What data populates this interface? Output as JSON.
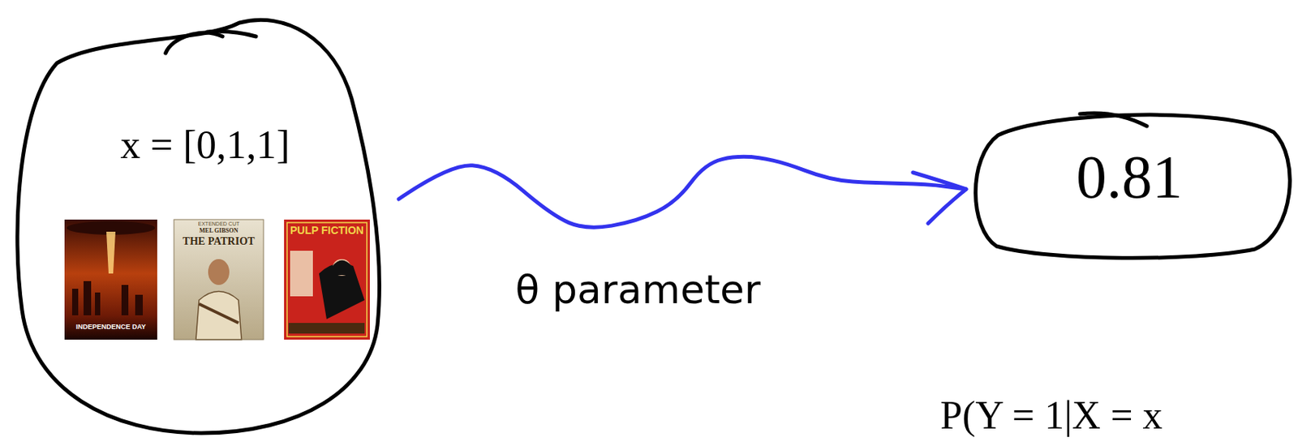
{
  "diagram": {
    "nodes": [
      {
        "text": [
          "x = [0,1,1]"
        ]
      },
      {
        "text": [
          "0.81"
        ]
      }
    ],
    "edges": [
      {
        "from": 0,
        "to": 1,
        "arrow": "to",
        "label": "θ parameter"
      }
    ],
    "labels": [
      "INDEPENDENCE DAY",
      "EXTENDED CUT",
      "MEL GIBSON",
      "THE PATRIOT",
      "PULP FICTION",
      "P(Y = 1|X = x"
    ]
  }
}
